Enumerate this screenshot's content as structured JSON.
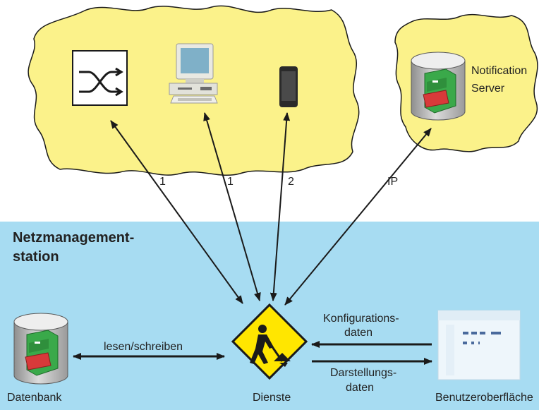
{
  "station": {
    "title_line1": "Netzmanagement-",
    "title_line2": "station"
  },
  "cloud_right": {
    "label_line1": "Notification",
    "label_line2": "Server"
  },
  "arrows": {
    "switch_label": "1",
    "pc_label": "1",
    "phone_label": "2",
    "server_label": "IP",
    "db_label": "lesen/schreiben",
    "config_line1": "Konfigurations-",
    "config_line2": "daten",
    "display_line1": "Darstellungs-",
    "display_line2": "daten"
  },
  "nodes": {
    "database": "Datenbank",
    "services": "Dienste",
    "ui": "Benutzeroberfläche"
  },
  "colors": {
    "cloud_fill": "#fbf28a",
    "station_fill": "#a7dcf2",
    "warning_yellow": "#ffe600",
    "cabinet_green": "#3aa94a",
    "cabinet_red": "#d83a3a",
    "arrow": "#1a1a1a"
  }
}
